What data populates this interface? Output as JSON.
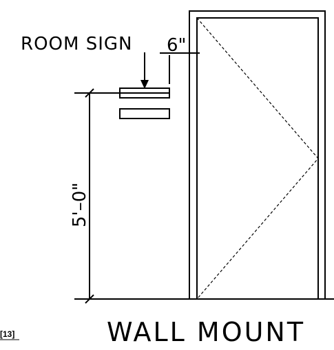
{
  "drawing": {
    "room_sign_label": "ROOM SIGN",
    "offset_dim_label": "6\"",
    "height_dim_label": "5'–0\"",
    "caption": "WALL MOUNT",
    "reference_tag": "[13]"
  }
}
